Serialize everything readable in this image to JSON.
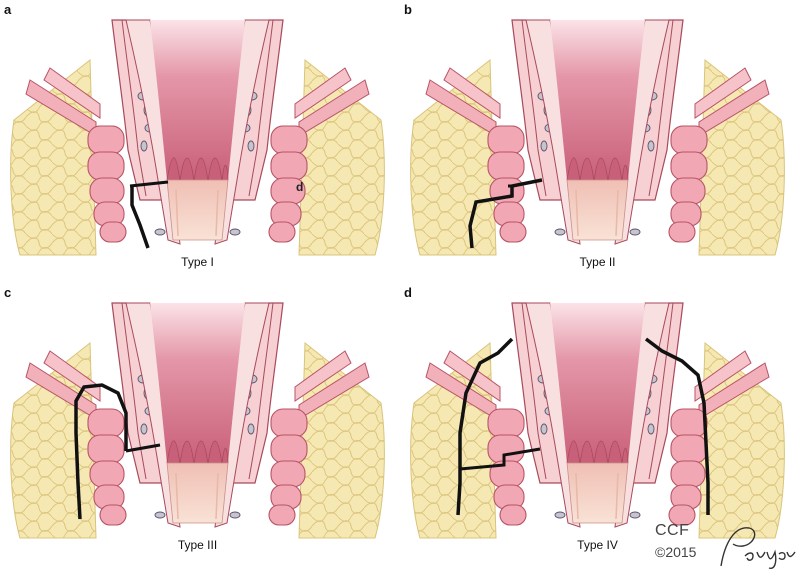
{
  "panels": [
    {
      "letter": "a",
      "caption": "Type I",
      "marker": "d"
    },
    {
      "letter": "b",
      "caption": "Type II"
    },
    {
      "letter": "c",
      "caption": "Type III"
    },
    {
      "letter": "d",
      "caption": "Type IV"
    }
  ],
  "credit": {
    "org": "CCF",
    "year": "©2015",
    "signature": "Pangrace"
  },
  "colors": {
    "fat": "#f4e3a6",
    "fat_outline": "#d9c47a",
    "muscle": "#f1a8b4",
    "muscle_outline": "#b85466",
    "lumen": "#d9768e",
    "mucosa": "#f3c9c6",
    "anal_canal": "#f6d3c0",
    "fistula": "#111111"
  }
}
